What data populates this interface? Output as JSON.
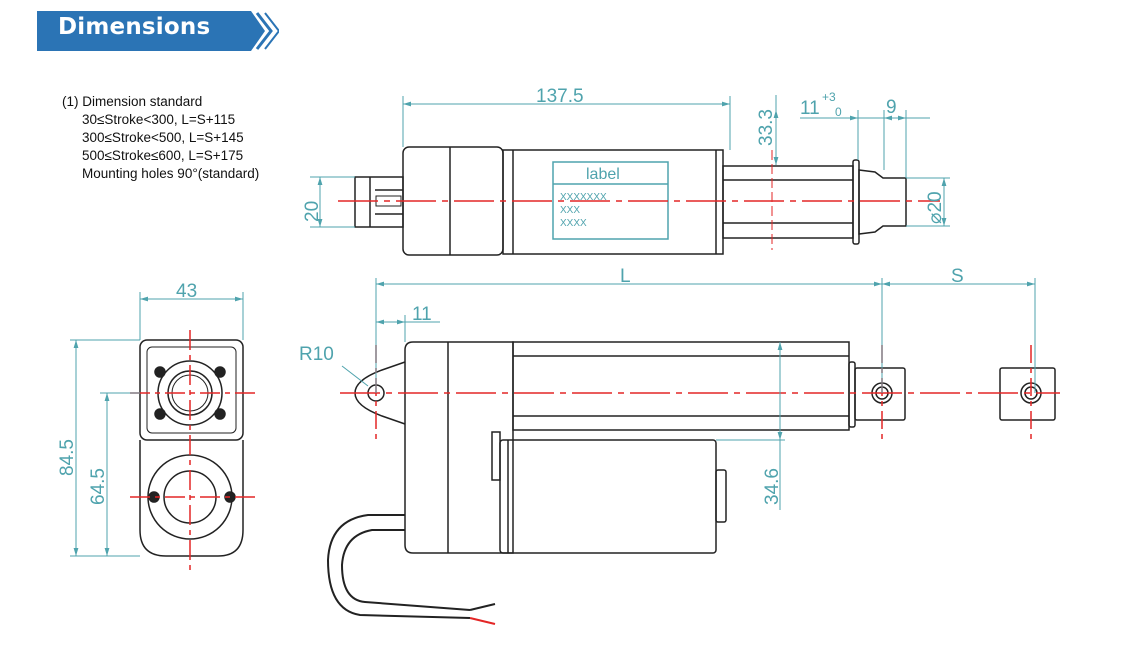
{
  "header": {
    "title": "Dimensions"
  },
  "notes": {
    "heading": "(1) Dimension standard",
    "lines": [
      "30≤Stroke<300,  L=S+115",
      "300≤Stroke<500,  L=S+145",
      "500≤Stroke≤600,  L=S+175",
      "Mounting holes 90°(standard)"
    ]
  },
  "top_view": {
    "dim_length": "137.5",
    "dim_rod": "33.3",
    "dim_tol_base": "11",
    "dim_tol_sup": "+3",
    "dim_tol_sub": "0",
    "dim_tip": "9",
    "dim_height": "20",
    "dim_dia": "⌀20",
    "label_title": "label",
    "label_lines": [
      "XXXXXXX",
      "XXX",
      "XXXX"
    ]
  },
  "end_view": {
    "dim_width": "43",
    "dim_total": "84.5",
    "dim_center": "64.5"
  },
  "side_view": {
    "dim_L": "L",
    "dim_S": "S",
    "dim_offset": "11",
    "dim_radius": "R10",
    "dim_motor": "34.6"
  },
  "colors": {
    "banner": "#2b74b5",
    "dimension": "#4fa3ad",
    "centerline": "#e32626",
    "outline": "#222222"
  }
}
